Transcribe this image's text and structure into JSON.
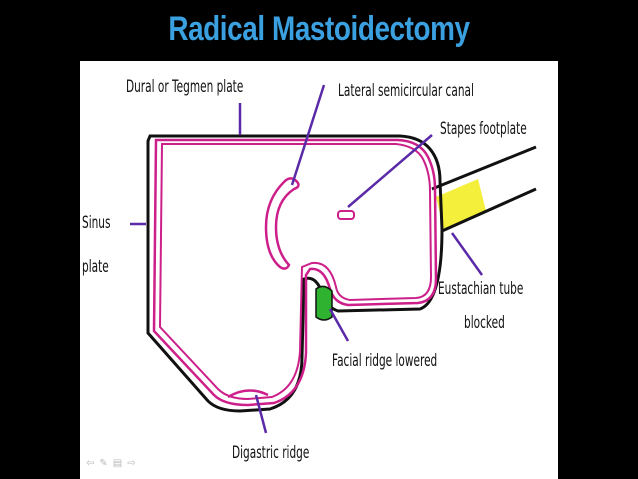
{
  "slide": {
    "title": "Radical Mastoidectomy"
  },
  "labels": {
    "dural_tegmen_plate": "Dural or Tegmen plate",
    "lateral_semicircular_canal": "Lateral semicircular canal",
    "stapes_footplate": "Stapes footplate",
    "sinus_plate_line1": "Sinus",
    "sinus_plate_line2": "plate",
    "eustachian_tube_line1": "Eustachian tube",
    "eustachian_tube_line2": "blocked",
    "facial_ridge_lowered": "Facial ridge lowered",
    "digastric_ridge": "Digastric ridge"
  },
  "colors": {
    "background": "#000000",
    "title": "#3aa0e0",
    "panel": "#ffffff",
    "outline": "#111111",
    "cavity_outline": "#cc1f8a",
    "pointer": "#5b2aa8",
    "eustachian_fill": "#f4ef3a",
    "facial_ridge_fill": "#2fb22f"
  },
  "slide_controls": {
    "icons": [
      "back-arrow-icon",
      "pen-icon",
      "menu-icon",
      "forward-arrow-icon"
    ]
  }
}
